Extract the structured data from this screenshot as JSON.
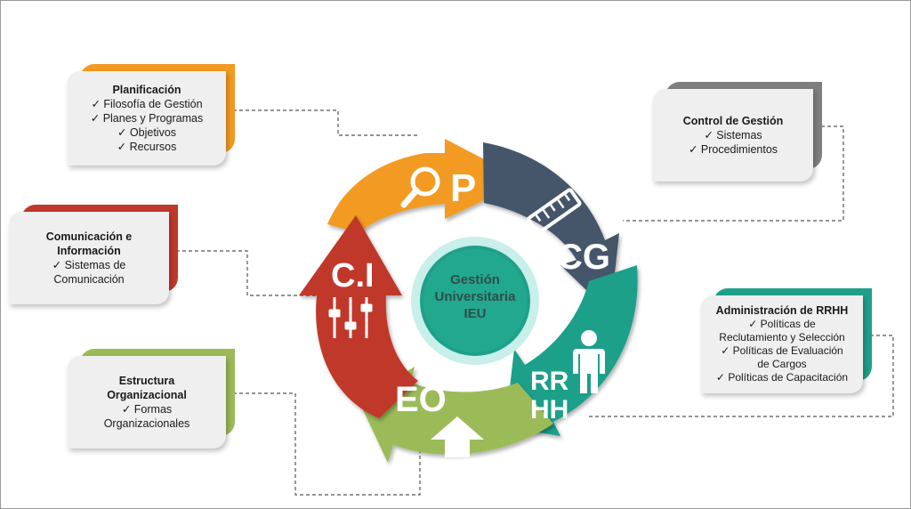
{
  "center": {
    "lines": [
      "Gestión",
      "Universitaria",
      "IEU"
    ]
  },
  "segments": {
    "p": {
      "label": "P",
      "color": "#f29a21",
      "icon": "magnifier-icon"
    },
    "cg": {
      "label": "CG",
      "color": "#44546a",
      "icon": "ruler-icon"
    },
    "rrhh": {
      "label_line1": "RR",
      "label_line2": "HH",
      "color": "#1fa08a",
      "icon": "person-icon"
    },
    "eo": {
      "label": "EO",
      "color": "#9bbb59",
      "icon": "up-arrow-icon"
    },
    "ci": {
      "label": "C.I",
      "color": "#c0392b",
      "icon": "sliders-icon"
    }
  },
  "cards": {
    "planificacion": {
      "title": "Planificación",
      "items": [
        "Filosofía de Gestión",
        "Planes y Programas",
        "Objetivos",
        "Recursos"
      ],
      "accent": "#f29a21"
    },
    "control": {
      "title": "Control de Gestión",
      "items": [
        "Sistemas",
        "Procedimientos"
      ],
      "accent": "#7f7f7f"
    },
    "comunicacion": {
      "title_line1": "Comunicación e",
      "title_line2": "Información",
      "item_line1": "Sistemas de",
      "item_line2": "Comunicación",
      "accent": "#c0392b"
    },
    "rrhh": {
      "title": "Administración de RRHH",
      "item1_line1": "Políticas  de",
      "item1_line2": "Reclutamiento y Selección",
      "item2_line1": "Políticas de  Evaluación",
      "item2_line2": "de Cargos",
      "item3": "Políticas de Capacitación",
      "accent": "#1fa08a"
    },
    "estructura": {
      "title_line1": "Estructura",
      "title_line2": "Organizacional",
      "item_line1": "Formas",
      "item_line2": "Organizacionales",
      "accent": "#9bbb59"
    }
  }
}
